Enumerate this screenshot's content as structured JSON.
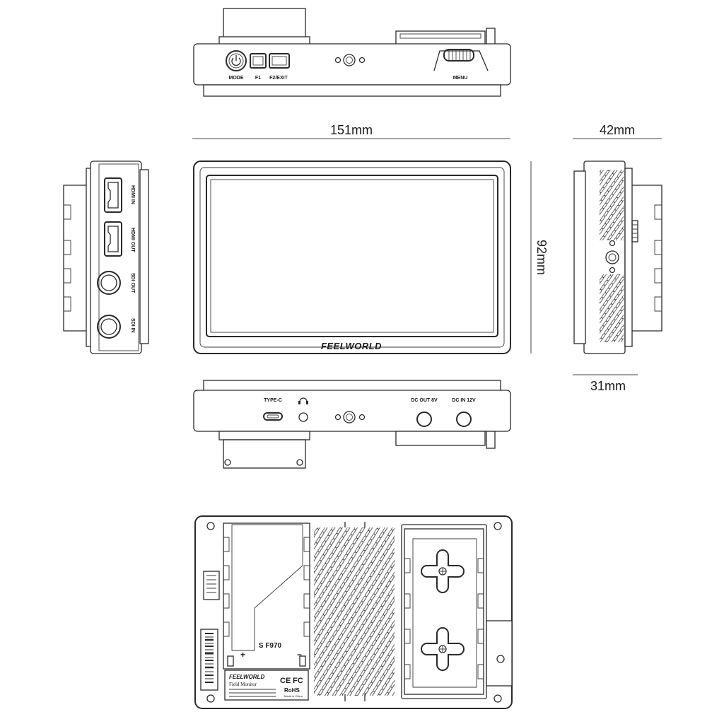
{
  "top_view": {
    "buttons": [
      "MODE",
      "F1",
      "F2/EXIT"
    ],
    "wheel_label": "MENU",
    "icons": [
      "power-icon"
    ]
  },
  "side_left": {
    "ports": [
      "HDMI IN",
      "HDMI OUT",
      "SDI OUT",
      "SDI IN"
    ]
  },
  "front": {
    "brand": "FEELWORLD"
  },
  "bottom_view": {
    "ports": [
      "TYPE-C",
      "DC OUT 8V",
      "DC IN 12V"
    ],
    "icons": [
      "headphone-icon"
    ]
  },
  "back_view": {
    "battery_model": "S  F970",
    "brand": "FEELWORLD",
    "product_name": "Field Monitor",
    "cert_ce": "CE",
    "cert_fc": "FC",
    "cert_rohs": "RoHS",
    "made_in": "Made in China"
  },
  "dimensions": {
    "width": "151mm",
    "height": "92mm",
    "depth_total": "42mm",
    "depth_body": "31mm"
  }
}
